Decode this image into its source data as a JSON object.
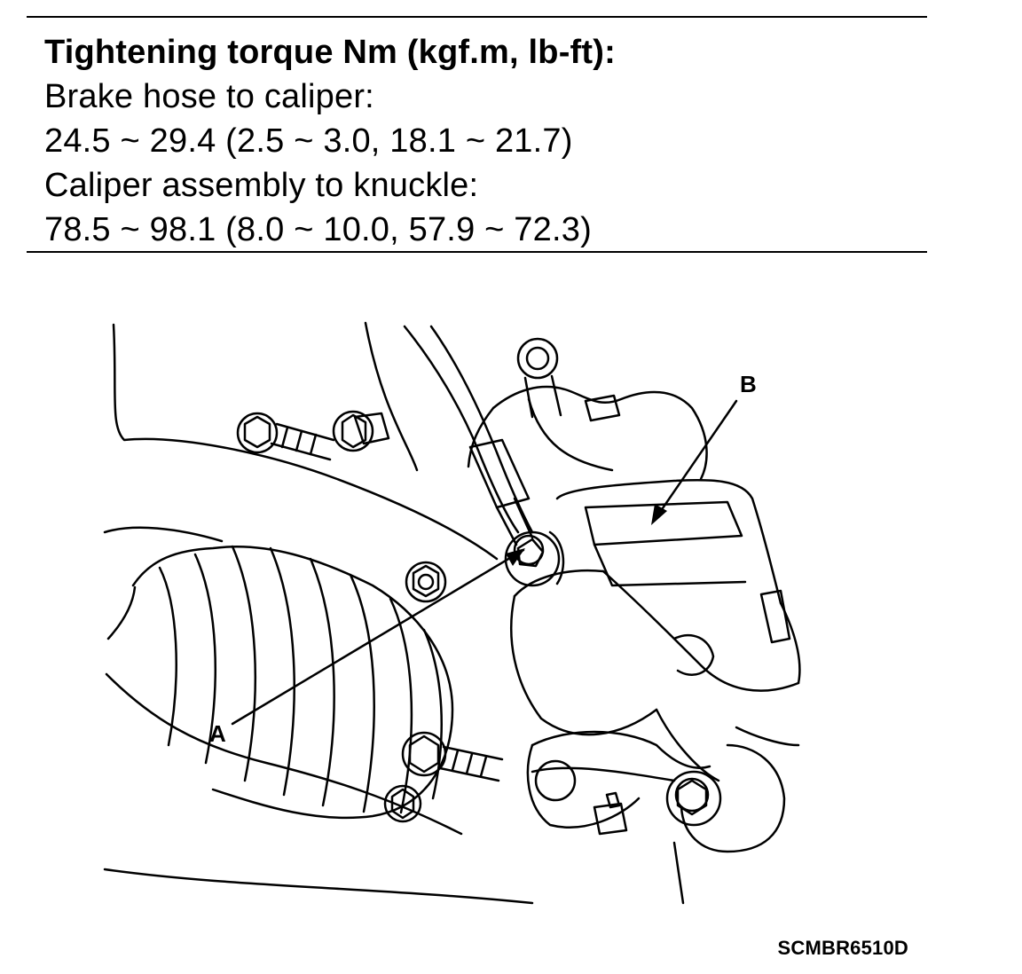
{
  "spec": {
    "heading": "Tightening torque Nm (kgf.m, lb-ft):",
    "items": [
      {
        "label": "Brake hose to caliper:",
        "value": "24.5 ~ 29.4 (2.5 ~ 3.0, 18.1 ~ 21.7)"
      },
      {
        "label": "Caliper assembly to knuckle:",
        "value": "78.5 ~ 98.1 (8.0 ~ 10.0, 57.9 ~ 72.3)"
      }
    ]
  },
  "diagram": {
    "callouts": [
      {
        "id": "A",
        "label": "A",
        "target": "brake hose union bolt"
      },
      {
        "id": "B",
        "label": "B",
        "target": "caliper assembly"
      }
    ]
  },
  "figure_code": "SCMBR6510D"
}
